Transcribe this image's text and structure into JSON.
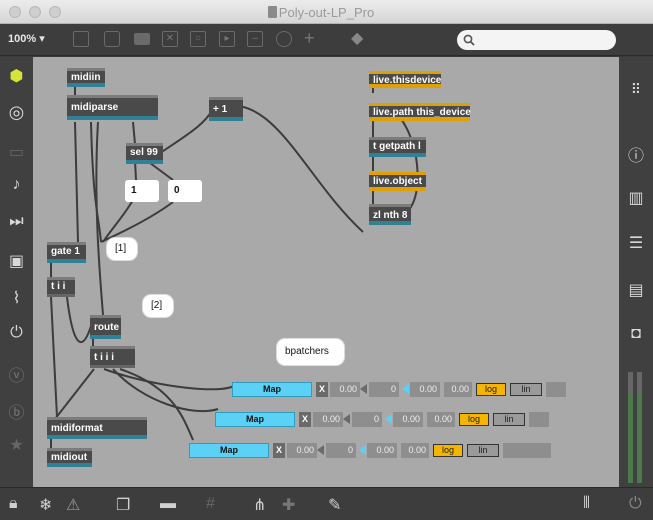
{
  "window": {
    "title": "Poly-out-LP_Pro"
  },
  "toolbar": {
    "zoom": "100% ▾"
  },
  "objects": {
    "midiin": "midiin",
    "midiparse": "midiparse",
    "plus1": "+ 1",
    "sel99": "sel 99",
    "msg1": "1",
    "msg0": "0",
    "gate1": "gate 1",
    "tii": "t i i",
    "route": "route",
    "tiii": "t i i i",
    "midiformat": "midiformat",
    "midiout": "midiout",
    "livethisdevice": "live.thisdevice",
    "livepath": "live.path this_device",
    "getpath": "t getpath l",
    "liveobject": "live.object",
    "zlnth": "zl nth 8"
  },
  "comments": {
    "c1": "[1]",
    "c2": "[2]",
    "bpatchers": "bpatchers"
  },
  "bpatchers": [
    {
      "map": "Map",
      "x": "X",
      "v1": "0.00",
      "v2": "0",
      "v3": "0.00",
      "v4": "0.00",
      "log": "log",
      "lin": "lin"
    },
    {
      "map": "Map",
      "x": "X",
      "v1": "0.00",
      "v2": "0",
      "v3": "0.00",
      "v4": "0.00",
      "log": "log",
      "lin": "lin"
    },
    {
      "map": "Map",
      "x": "X",
      "v1": "0.00",
      "v2": "0",
      "v3": "0.00",
      "v4": "0.00",
      "log": "log",
      "lin": "lin"
    }
  ],
  "colors": {
    "canvas": "#a9a9a9",
    "map": "#5bd1f5",
    "log": "#f5b400",
    "live": "#e0a100",
    "ui": "#3d3d3d"
  }
}
